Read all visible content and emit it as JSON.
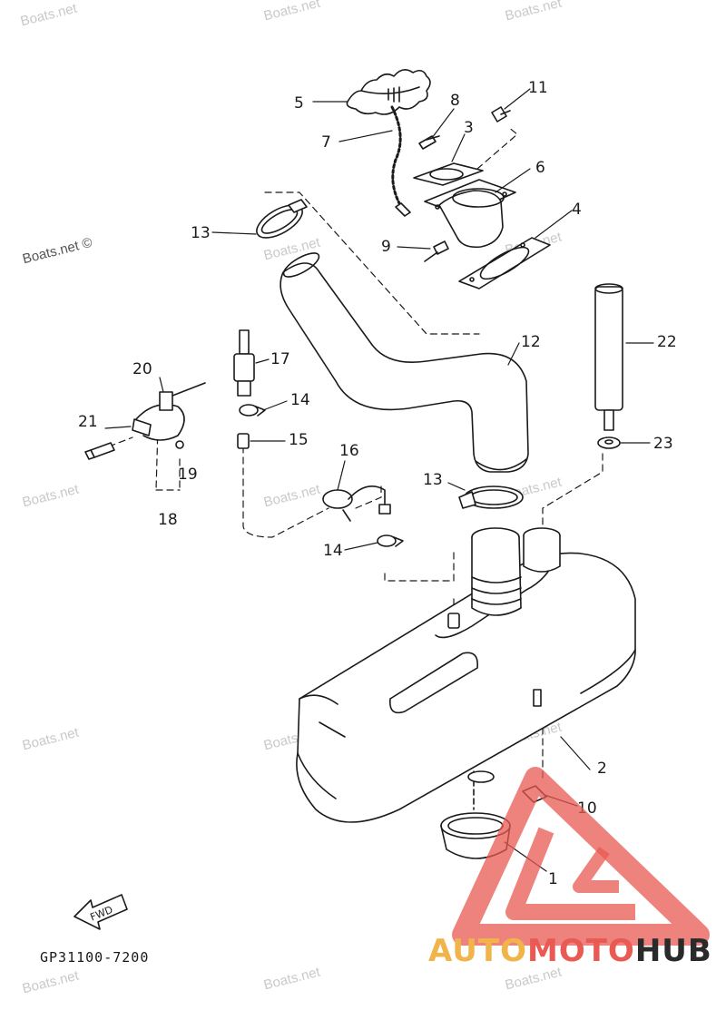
{
  "watermark": "Boats.net",
  "watermark_labeled": "Boats.net ©",
  "diagram_code": "GP31100-7200",
  "fwd_label": "FWD",
  "brand": {
    "part1": "AUTO",
    "part2": "MOTO",
    "part3": "HUB",
    "color1": "#f0b44a",
    "color2": "#e85a53",
    "color3": "#2a2a2a"
  },
  "callouts": [
    "1",
    "2",
    "3",
    "4",
    "5",
    "6",
    "7",
    "8",
    "9",
    "10",
    "11",
    "12",
    "13",
    "13",
    "14",
    "14",
    "15",
    "16",
    "17",
    "18",
    "19",
    "20",
    "21",
    "22",
    "23"
  ]
}
